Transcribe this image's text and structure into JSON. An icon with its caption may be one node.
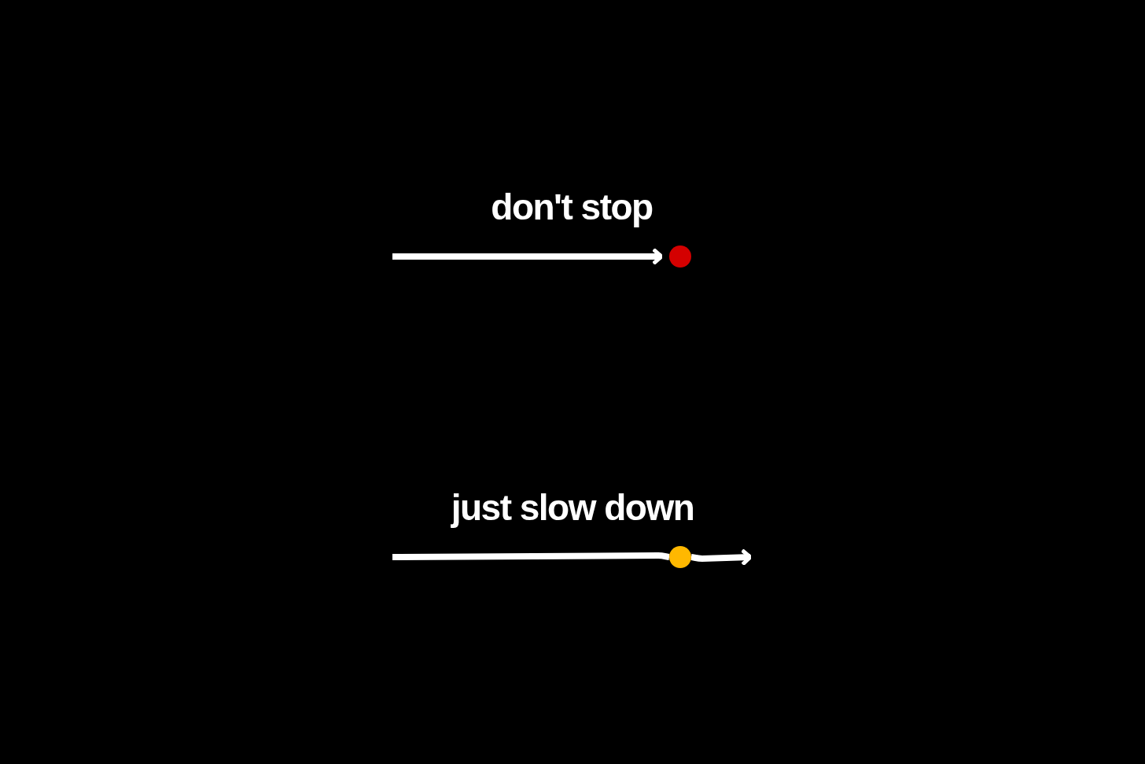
{
  "diagram": {
    "nodes": [
      {
        "text": [],
        "shape": "circle"
      },
      {
        "text": [],
        "shape": "circle"
      }
    ],
    "edges": [
      {
        "from": null,
        "to": 0,
        "arrow": "to"
      },
      {
        "from": null,
        "to": 1,
        "arrow": "none"
      },
      {
        "from": 1,
        "to": null,
        "arrow": "to"
      }
    ],
    "labels": [
      "don't stop",
      "just slow down"
    ]
  }
}
